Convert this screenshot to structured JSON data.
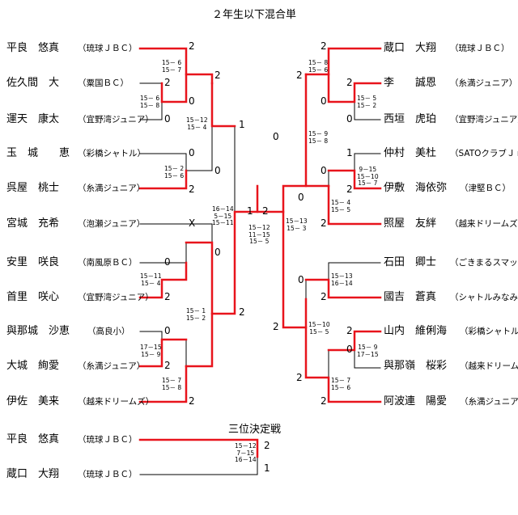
{
  "title": "２年生以下混合単",
  "third_place_title": "三位決定戦",
  "colors": {
    "winner": "#e8141c",
    "line": "#000000"
  },
  "left_players": [
    {
      "name": "平良　悠真",
      "club": "（琉球ＪＢＣ）"
    },
    {
      "name": "佐久間　大",
      "club": "（粟国ＢＣ）"
    },
    {
      "name": "運天　康太",
      "club": "（宜野湾ジュニア）"
    },
    {
      "name": "玉　城　　恵",
      "club": "（彩橋シャトル）"
    },
    {
      "name": "呉屋　桃士",
      "club": "（糸満ジュニア）"
    },
    {
      "name": "宮城　充希",
      "club": "（泡瀬ジュニア）"
    },
    {
      "name": "安里　咲良",
      "club": "（南風原ＢＣ）"
    },
    {
      "name": "首里　咲心",
      "club": "（宜野湾ジュニア）"
    },
    {
      "name": "與那城　沙恵",
      "club": "（高良小）"
    },
    {
      "name": "大城　絢愛",
      "club": "（糸満ジュニア）"
    },
    {
      "name": "伊佐　美来",
      "club": "（越来ドリームズ）"
    }
  ],
  "right_players": [
    {
      "name": "蔵口　大翔",
      "club": "（琉球ＪＢＣ）"
    },
    {
      "name": "李　　誠恩",
      "club": "（糸満ジュニア）"
    },
    {
      "name": "西垣　虎珀",
      "club": "（宜野湾ジュニア）"
    },
    {
      "name": "仲村　美杜",
      "club": "（SATOクラブＪｒ）"
    },
    {
      "name": "伊敷　海依弥",
      "club": "（津堅ＢＣ）"
    },
    {
      "name": "照屋　友絆",
      "club": "（越来ドリームズ）"
    },
    {
      "name": "石田　卿士",
      "club": "（ごきまるスマッシュ）"
    },
    {
      "name": "國吉　蒼真",
      "club": "（シャトルみなみーず）"
    },
    {
      "name": "山内　維俐海",
      "club": "（彩橋シャトル）"
    },
    {
      "name": "與那嶺　桜彩",
      "club": "（越来ドリームズ）"
    },
    {
      "name": "阿波連　陽愛",
      "club": "（糸満ジュニア）"
    }
  ],
  "third_place_players": [
    {
      "name": "平良　悠真",
      "club": "（琉球ＪＢＣ）"
    },
    {
      "name": "蔵口　大翔",
      "club": "（琉球ＪＢＣ）"
    }
  ],
  "scores": {
    "L1": "15－ 6\n15－ 7",
    "L2": "15－ 6\n15－ 8",
    "L3": "15－12\n15－ 4",
    "L4": "15－ 2\n15－ 6",
    "L5": "16－14\n5－15\n15－11",
    "L6": "15－11\n15－ 4",
    "L7": "15－ 1\n15－ 2",
    "L8": "17－15\n15－ 9",
    "L9": "15－ 7\n15－ 8",
    "R1": "15－ 8\n15－ 6",
    "R2": "15－ 5\n15－ 2",
    "R3": "15－ 9\n15－ 8",
    "R4": "9－15\n15－10\n15－ 7",
    "R5": "15－ 4\n15－ 5",
    "R6": "15－13\n15－ 3",
    "R7": "15－13\n16－14",
    "R8": "15－10\n15－ 5",
    "R9": "15－ 9\n17－15",
    "R10": "15－ 7\n15－ 6",
    "F": "15－12\n11－15\n15－ 5",
    "TP": "15－12\n7－15\n16－14"
  },
  "points": {
    "p1": "2",
    "p2": "2",
    "p3": "0",
    "p4": "0",
    "p5": "2",
    "p6": "1",
    "p7": "0",
    "p8": "0",
    "p9": "2",
    "p10": "X",
    "p11": "0",
    "p12": "0",
    "p13": "2",
    "p14": "2",
    "p15": "0",
    "p16": "2",
    "p17": "2",
    "p18": "1",
    "p19": "2",
    "q1": "2",
    "q2": "2",
    "q3": "2",
    "q4": "0",
    "q5": "0",
    "q6": "0",
    "q7": "1",
    "q8": "0",
    "q9": "2",
    "q10": "0",
    "q11": "2",
    "q12": "0",
    "q13": "2",
    "q14": "2",
    "q15": "2",
    "q16": "2",
    "q17": "0",
    "q18": "2",
    "tp1": "2",
    "tp2": "1"
  }
}
